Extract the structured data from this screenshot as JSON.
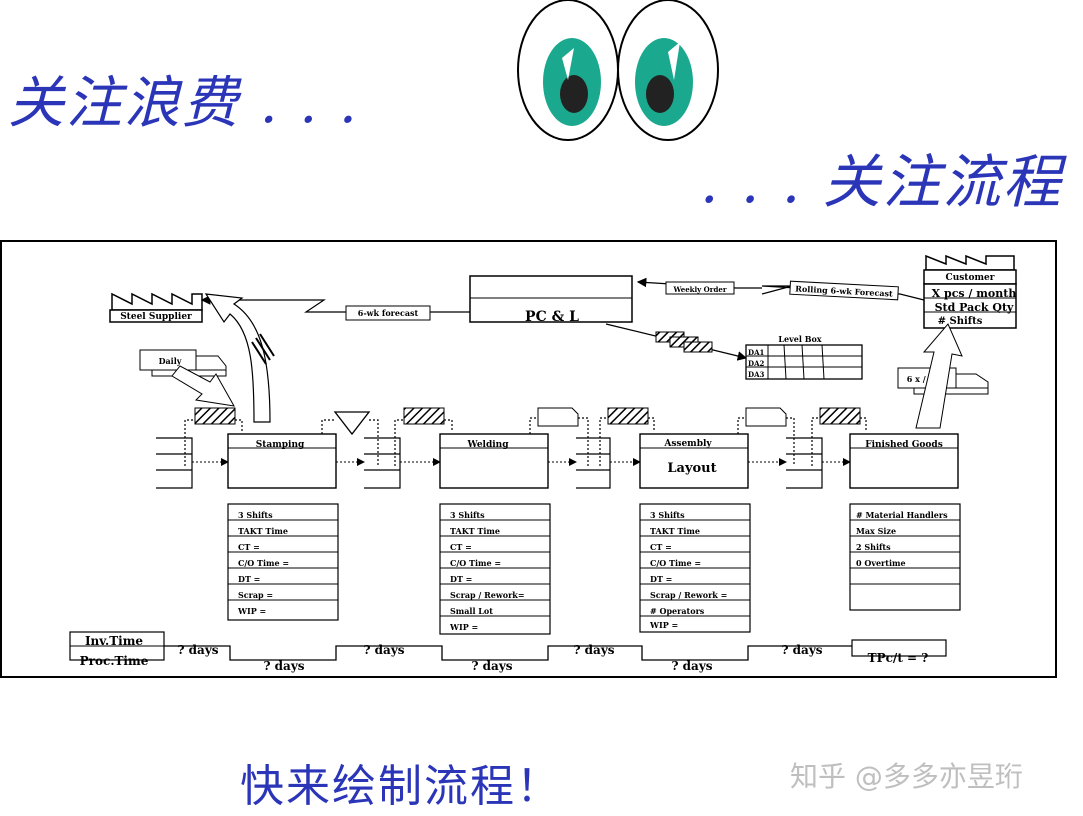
{
  "heading": {
    "left": "关注浪费 . . .",
    "right": ". . . 关注流程"
  },
  "map": {
    "supplier": "Steel Supplier",
    "customer": "Customer",
    "customer_info": [
      "X pcs / month",
      "Std Pack Qty",
      "# Shifts"
    ],
    "control": "PC & L",
    "forecast_supplier": "6-wk forecast",
    "weekly_order": "Weekly Order",
    "rolling_forecast": "Rolling 6-wk Forecast",
    "level_box": "Level Box",
    "level_rows": [
      "DA1",
      "DA2",
      "DA3"
    ],
    "delivery_in": "Daily",
    "delivery_out": "6 x / Day",
    "processes": [
      {
        "name": "Stamping",
        "data": [
          "3 Shifts",
          "TAKT Time",
          "CT =",
          "C/O Time =",
          "DT =",
          "Scrap =",
          "WIP ="
        ]
      },
      {
        "name": "Welding",
        "data": [
          "3 Shifts",
          "TAKT Time",
          "CT =",
          "C/O Time =",
          "DT =",
          "Scrap / Rework=",
          "Small Lot",
          "WIP ="
        ]
      },
      {
        "name": "Assembly",
        "sub": "Layout",
        "data": [
          "3 Shifts",
          "TAKT Time",
          "CT =",
          "C/O Time =",
          "DT =",
          "Scrap / Rework =",
          "# Operators",
          "WIP ="
        ]
      },
      {
        "name": "Finished Goods",
        "data": [
          "# Material Handlers",
          "Max Size",
          "2 Shifts",
          "0 Overtime",
          "",
          ""
        ]
      }
    ],
    "timeline": {
      "inv_label": "Inv.Time",
      "proc_label": "Proc.Time",
      "top": [
        "? days",
        "? days",
        "? days",
        "? days"
      ],
      "bottom": [
        "? days",
        "? days",
        "? days"
      ],
      "total": "TPc/t = ?"
    }
  },
  "footer": {
    "cta": "快来绘制流程！",
    "watermark": "知乎 @多多亦昱珩"
  }
}
